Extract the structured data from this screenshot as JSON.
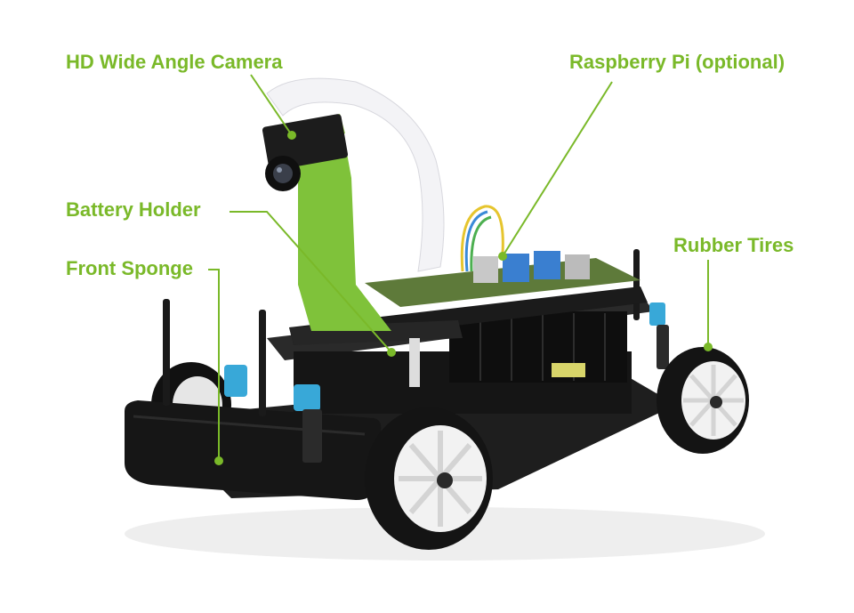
{
  "accent_color": "#7ab929",
  "callouts": {
    "camera": "HD Wide Angle Camera",
    "raspberry_pi": "Raspberry Pi (optional)",
    "battery_holder": "Battery Holder",
    "rubber_tires": "Rubber Tires",
    "front_sponge": "Front Sponge"
  }
}
